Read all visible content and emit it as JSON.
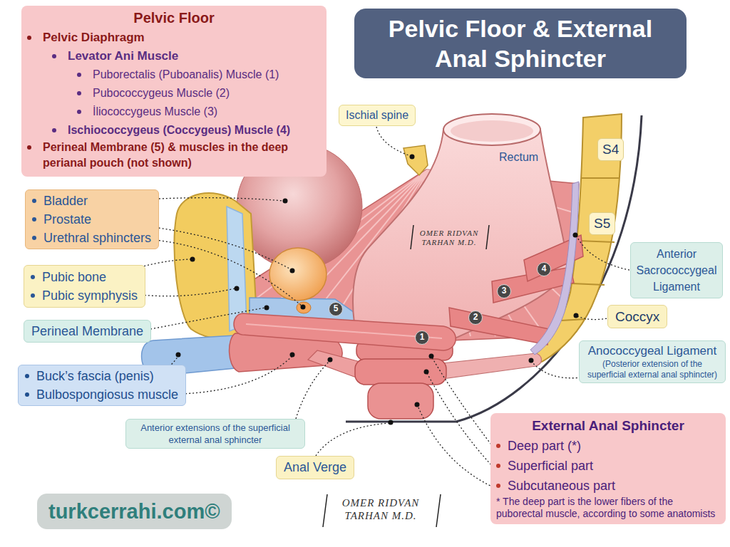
{
  "diagram": {
    "title": "Pelvic Floor & External Anal Sphincter",
    "nodes": [
      {
        "text": [
          "Pelvic Floor",
          "Pelvic Diaphragm",
          "Levator Ani Muscle",
          "Puborectalis (Puboanalis) Muscle (1)",
          "Pubococcygeus Muscle (2)",
          "İliococcygeus Muscle (3)",
          "Ischiococcygeus (Coccygeus) Muscle (4)",
          "Perineal Membrane (5) & muscles in the deep perianal pouch (not shown)"
        ]
      },
      {
        "text": [
          "Ischial spine"
        ]
      },
      {
        "text": [
          "S4"
        ]
      },
      {
        "text": [
          "Bladder",
          "Prostate",
          "Urethral sphincters"
        ]
      },
      {
        "text": [
          "S5"
        ]
      },
      {
        "text": [
          "Pubic bone",
          "Pubic symphysis"
        ]
      },
      {
        "text": [
          "Anterior Sacrococcygeal Ligament"
        ]
      },
      {
        "text": [
          "Coccyx"
        ]
      },
      {
        "text": [
          "Perineal Membrane"
        ]
      },
      {
        "text": [
          "Anococcygeal Ligament",
          "(Posterior extension of the superficial external anal sphincter)"
        ]
      },
      {
        "text": [
          "Buck’s fascia (penis)",
          "Bulbospongiosus muscle"
        ]
      },
      {
        "text": [
          "Anterior extensions of the superficial external anal sphincter"
        ]
      },
      {
        "text": [
          "External Anal Sphincter",
          "Deep part (*)",
          "Superficial part",
          "Subcutaneous part",
          "* The deep part is the lower fibers of the puborectal muscle, according to some anatomists"
        ]
      },
      {
        "text": [
          "Anal Verge"
        ]
      },
      {
        "text": [
          "turkcerrahi.com©"
        ]
      }
    ],
    "labels": [
      "Rectum",
      "1",
      "2",
      "3",
      "4",
      "5",
      "OMER RIDVAN TARHAN M.D.",
      "OMER RIDVAN TARHAN M.D."
    ]
  }
}
